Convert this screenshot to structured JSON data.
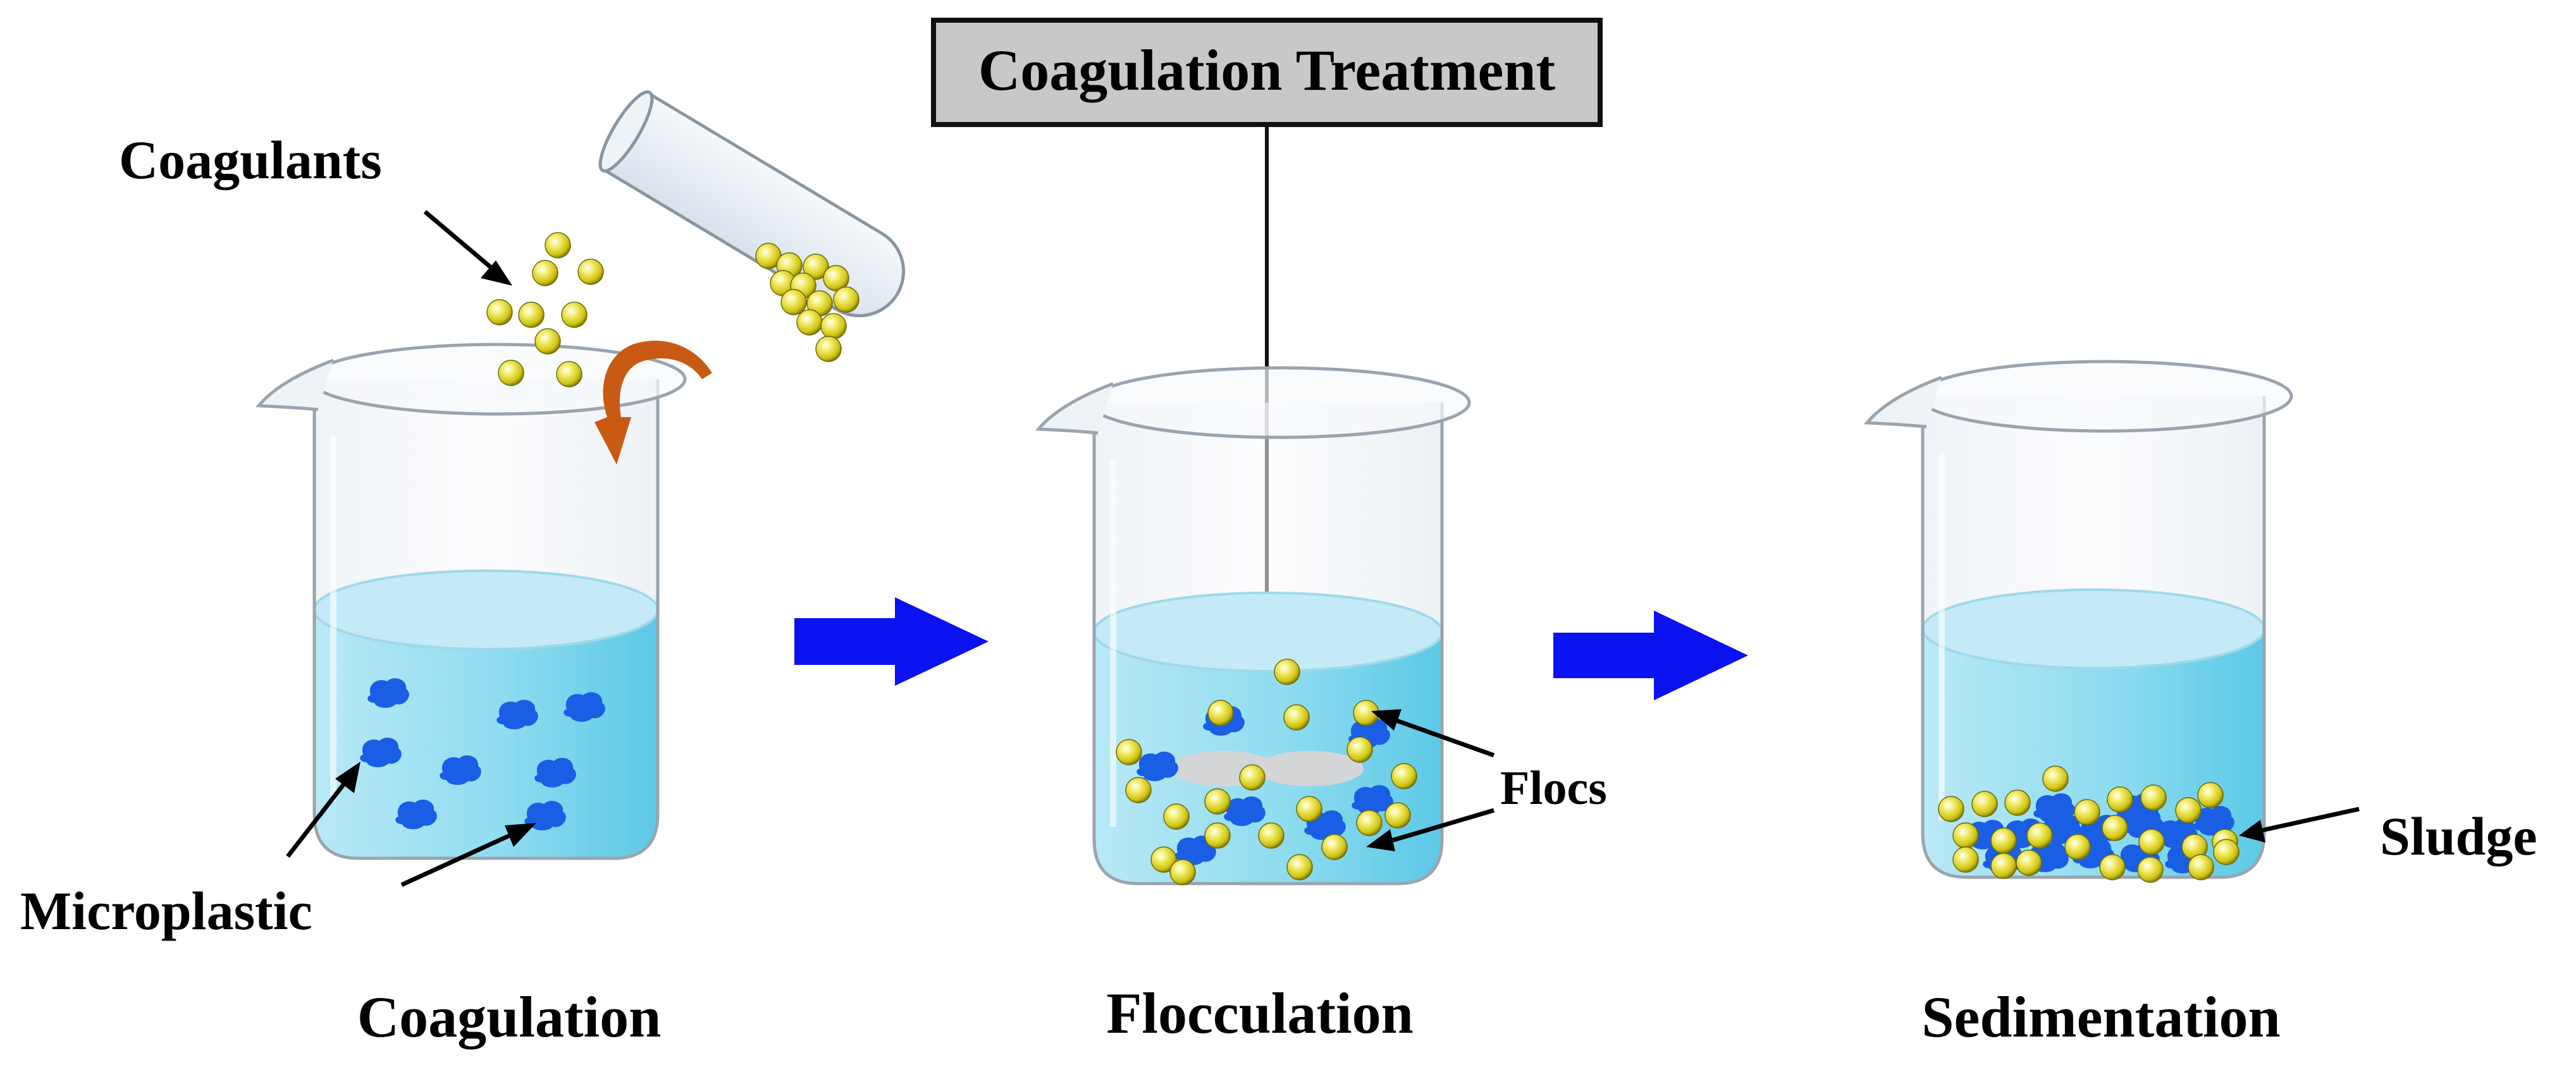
{
  "title": "Coagulation Treatment",
  "labels": {
    "coagulants": "Coagulants",
    "microplastic": "Microplastic",
    "flocs": "Flocs",
    "sludge": "Sludge"
  },
  "stages": [
    {
      "id": "coagulation",
      "caption": "Coagulation"
    },
    {
      "id": "flocculation",
      "caption": "Flocculation"
    },
    {
      "id": "sedimentation",
      "caption": "Sedimentation"
    }
  ],
  "icons": {
    "process_arrow": "right-arrow-icon",
    "pour_arrow": "curved-arrow-icon",
    "test_tube": "test-tube-icon",
    "beaker": "beaker-icon",
    "stirrer": "stirrer-icon"
  },
  "colors": {
    "water": "#7fd6ec",
    "water_surface": "#c4eaf7",
    "microplastic": "#1a5ee6",
    "coagulant": "#d9d21a",
    "process_arrow": "#0a12f0",
    "pour_arrow": "#c85a14",
    "title_box": "#c8c8c8",
    "glass_stroke": "#9aa4ae"
  }
}
